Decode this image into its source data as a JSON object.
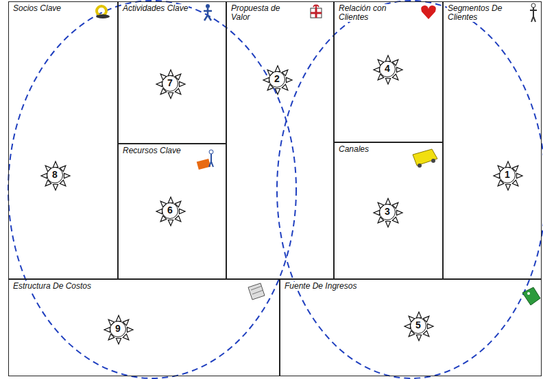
{
  "diagram": {
    "nodes": [
      {
        "text": [
          "Socios Clave",
          "8"
        ]
      },
      {
        "text": [
          "Actividades Clave",
          "7"
        ]
      },
      {
        "text": [
          "Propuesta de Valor",
          "2"
        ]
      },
      {
        "text": [
          "Relación con Clientes",
          "4"
        ]
      },
      {
        "text": [
          "Segmentos De Clientes",
          "1"
        ]
      },
      {
        "text": [
          "Recursos Clave",
          "6"
        ]
      },
      {
        "text": [
          "Canales",
          "3"
        ]
      },
      {
        "text": [
          "Estructura De Costos",
          "9"
        ]
      },
      {
        "text": [
          "Fuente De Ingresos",
          "5"
        ]
      }
    ]
  }
}
